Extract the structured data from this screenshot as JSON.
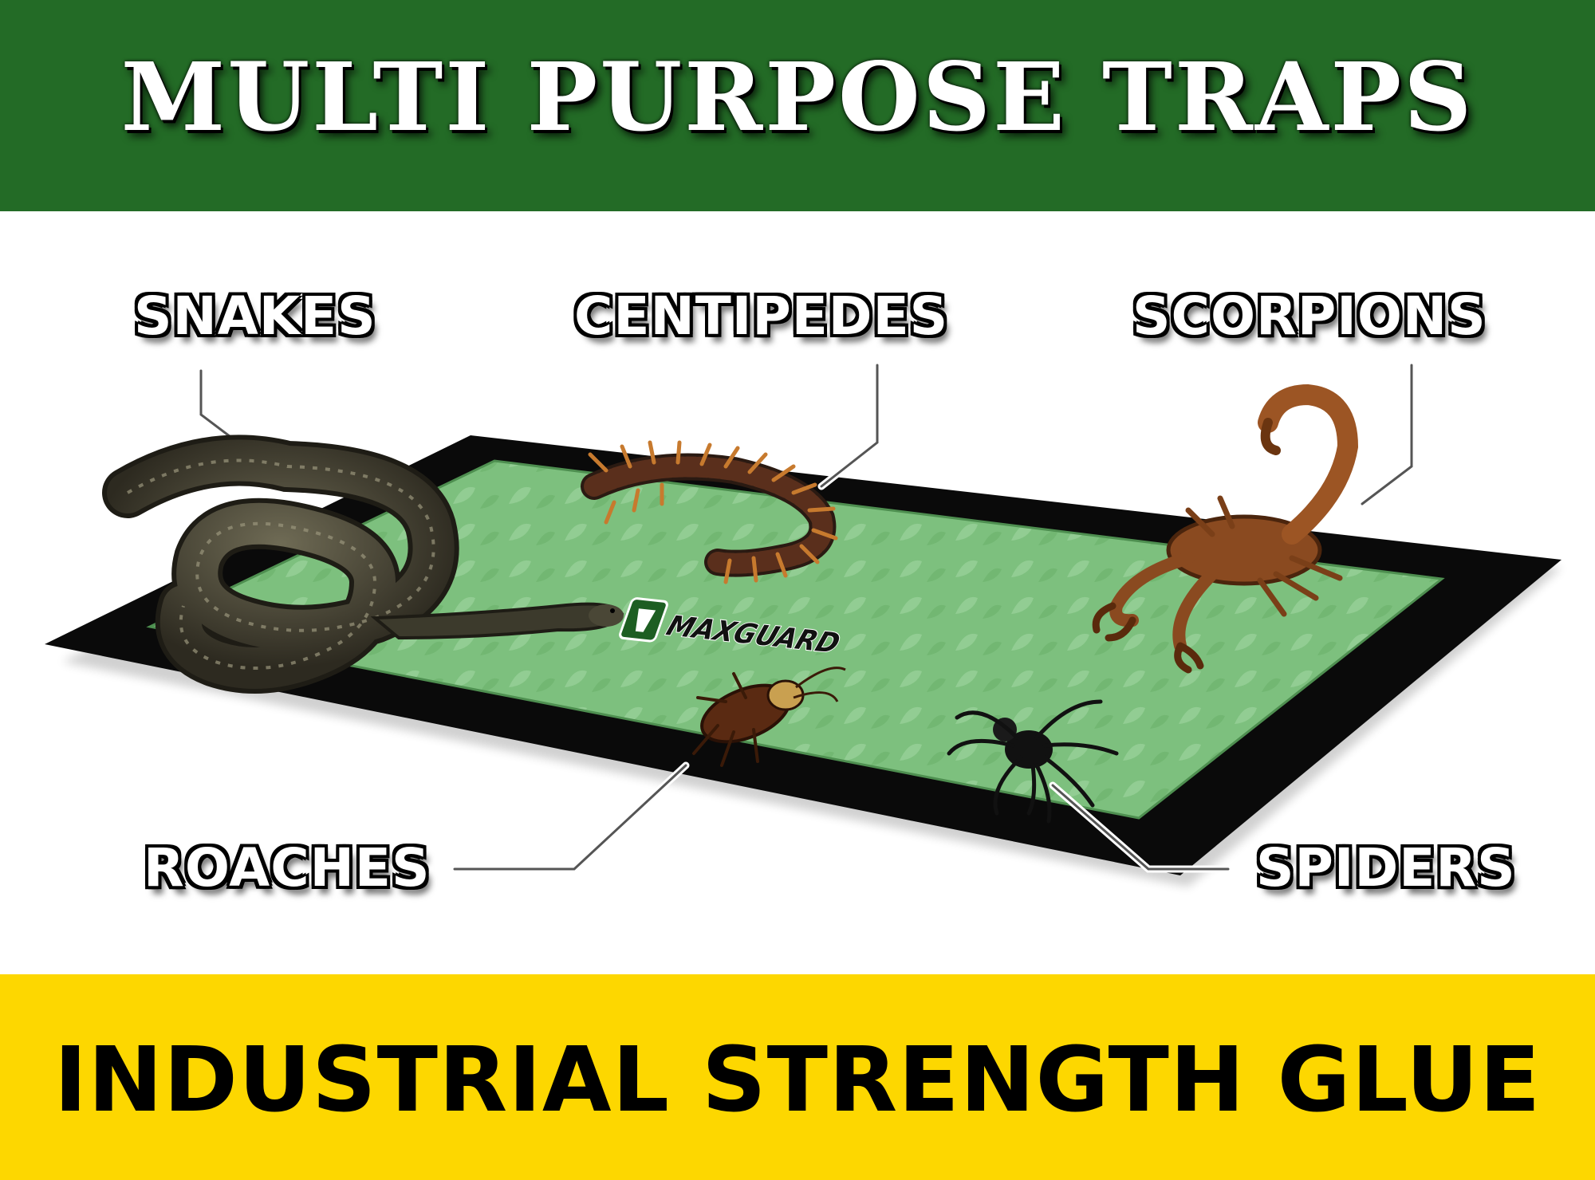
{
  "header": {
    "title": "MULTI PURPOSE TRAPS",
    "background": "#236b26"
  },
  "callouts": {
    "snakes": "SNAKES",
    "centipedes": "CENTIPEDES",
    "scorpions": "SCORPIONS",
    "roaches": "ROACHES",
    "spiders": "SPIDERS"
  },
  "trap": {
    "brand_logo": "MAXGUARD",
    "brand_icon": "shield-icon",
    "glue_color": "#7dc07e",
    "border_color": "#0a0a0a"
  },
  "footer": {
    "tagline": "INDUSTRIAL STRENGTH GLUE",
    "background": "#fdd700"
  }
}
